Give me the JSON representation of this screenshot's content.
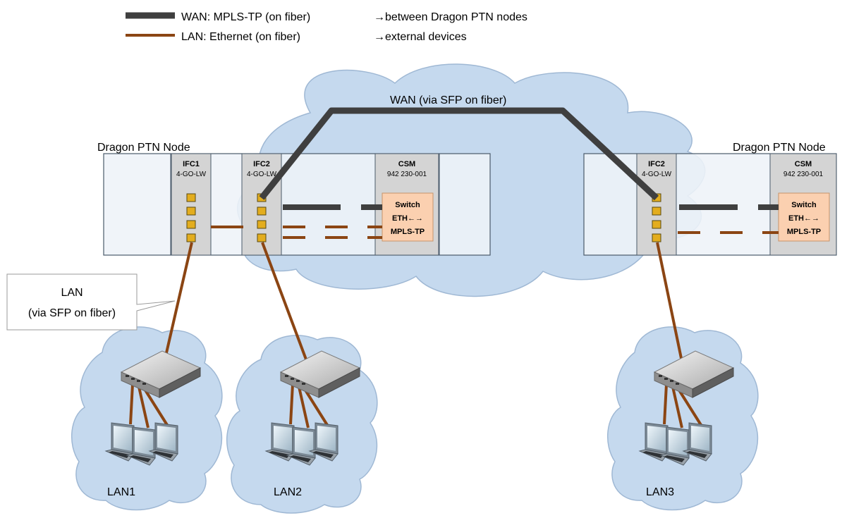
{
  "colors": {
    "wan_line": "#3f3f3f",
    "lan_line": "#8b4513",
    "cloud_fill": "#c5d9ee",
    "cloud_stroke": "#9fb8d4",
    "chassis_fill": "#eef3f8",
    "chassis_stroke": "#4a5a6a",
    "card_fill": "#d4d4d4",
    "switch_fill": "#fbd0b0",
    "switch_stroke": "#c7956a",
    "port_fill": "#e3ad1e"
  },
  "legend": {
    "wan_label": "WAN: MPLS-TP (on fiber)",
    "wan_desc": "→between Dragon PTN nodes",
    "lan_label": "LAN: Ethernet  (on fiber)",
    "lan_desc": "→external devices"
  },
  "wan_link_label": "WAN (via SFP on fiber)",
  "lan_callout": {
    "line1": "LAN",
    "line2": "(via SFP on fiber)"
  },
  "nodes": [
    {
      "title": "Dragon PTN Node",
      "cards": [
        {
          "name": "IFC1",
          "model": "4-GO-LW"
        },
        {
          "name": "IFC2",
          "model": "4-GO-LW"
        },
        {
          "name": "CSM",
          "model": "942 230-001"
        }
      ]
    },
    {
      "title": "Dragon PTN Node",
      "cards": [
        {
          "name": "IFC2",
          "model": "4-GO-LW"
        },
        {
          "name": "CSM",
          "model": "942 230-001"
        }
      ]
    }
  ],
  "switch_label": {
    "line1": "Switch",
    "line2": "ETH←→",
    "line3": "MPLS-TP"
  },
  "lans": [
    {
      "label": "LAN1"
    },
    {
      "label": "LAN2"
    },
    {
      "label": "LAN3"
    }
  ]
}
